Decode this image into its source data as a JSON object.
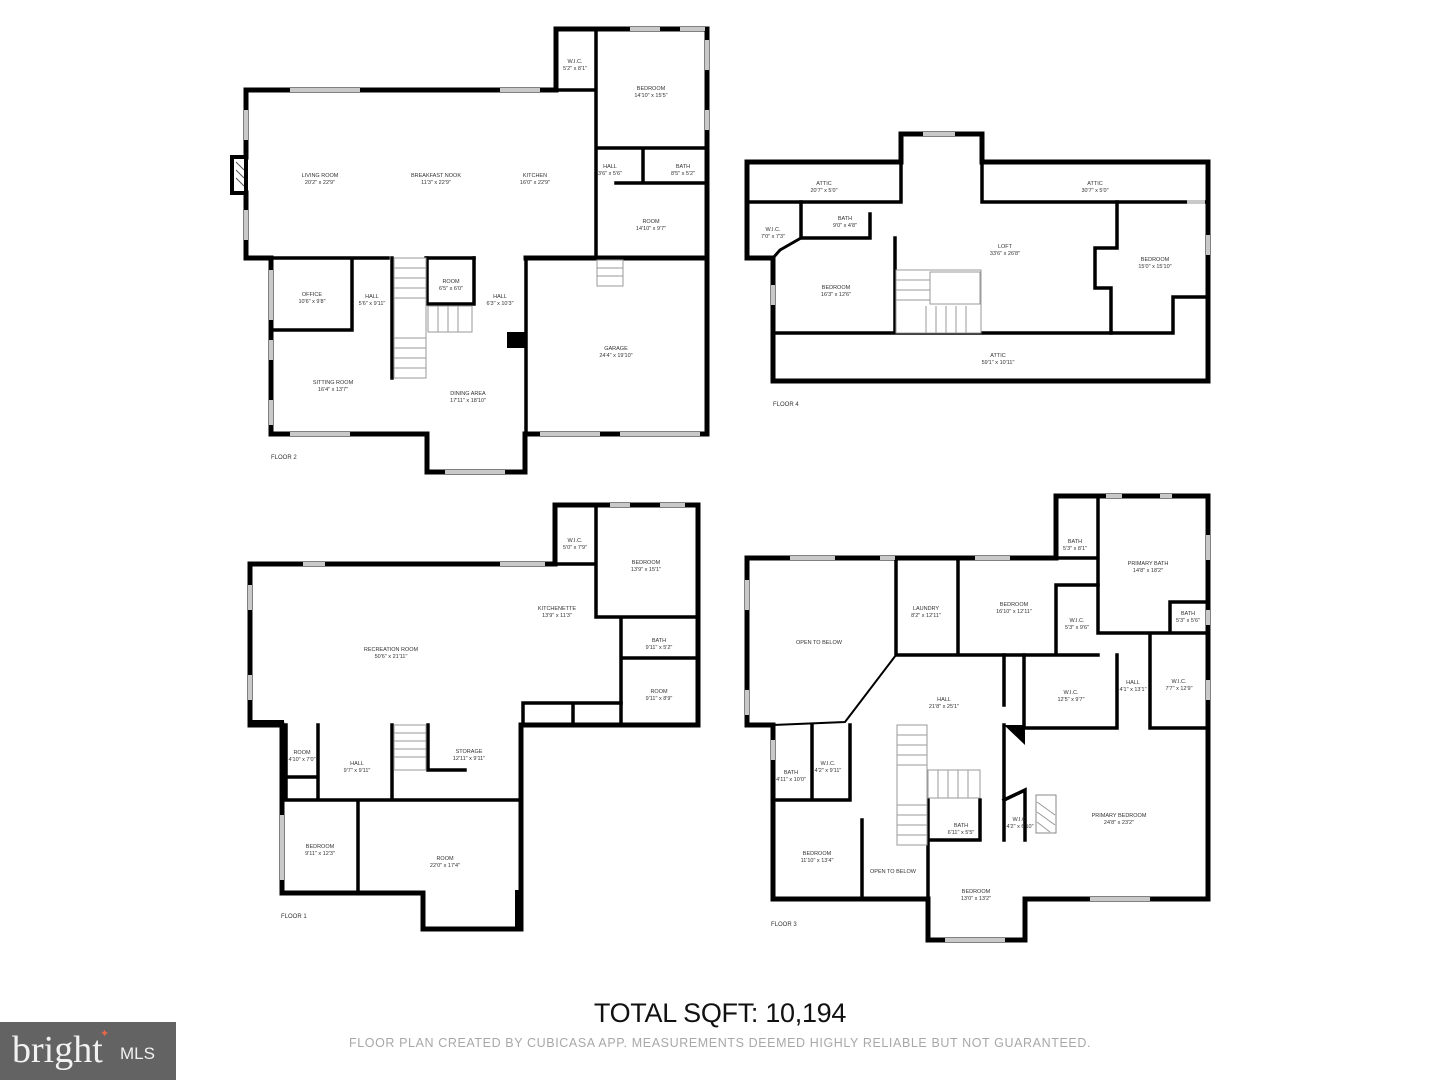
{
  "footer": {
    "total_sqft_label": "TOTAL SQFT: 10,194",
    "disclaimer": "FLOOR PLAN CREATED BY CUBICASA APP. MEASUREMENTS DEEMED HIGHLY RELIABLE BUT NOT GUARANTEED."
  },
  "logo": {
    "brand": "bright",
    "suffix": "MLS",
    "tm": "™",
    "accent_color": "#e8684a"
  },
  "floors": {
    "floor2": {
      "label": "FLOOR 2",
      "rooms": [
        {
          "name": "W.I.C.",
          "dims": "5'2\" x 8'1\""
        },
        {
          "name": "BEDROOM",
          "dims": "14'10\" x 15'5\""
        },
        {
          "name": "LIVING ROOM",
          "dims": "20'2\" x 22'9\""
        },
        {
          "name": "BREAKFAST NOOK",
          "dims": "11'3\" x 22'9\""
        },
        {
          "name": "KITCHEN",
          "dims": "16'0\" x 22'9\""
        },
        {
          "name": "HALL",
          "dims": "3'6\" x 5'6\""
        },
        {
          "name": "BATH",
          "dims": "8'5\" x 5'2\""
        },
        {
          "name": "ROOM",
          "dims": "14'10\" x 9'7\""
        },
        {
          "name": "OFFICE",
          "dims": "10'6\" x 9'8\""
        },
        {
          "name": "HALL",
          "dims": "5'6\" x 9'11\""
        },
        {
          "name": "ROOM",
          "dims": "6'5\" x 6'0\""
        },
        {
          "name": "HALL",
          "dims": "6'3\" x 10'3\""
        },
        {
          "name": "GARAGE",
          "dims": "24'4\" x 19'10\""
        },
        {
          "name": "SITTING ROOM",
          "dims": "16'4\" x 13'7\""
        },
        {
          "name": "DINING AREA",
          "dims": "17'11\" x 18'10\""
        }
      ]
    },
    "floor4": {
      "label": "FLOOR 4",
      "rooms": [
        {
          "name": "ATTIC",
          "dims": "20'7\" x 5'0\""
        },
        {
          "name": "ATTIC",
          "dims": "30'7\" x 5'0\""
        },
        {
          "name": "W.I.C.",
          "dims": "7'0\" x 7'3\""
        },
        {
          "name": "BATH",
          "dims": "9'0\" x 4'8\""
        },
        {
          "name": "LOFT",
          "dims": "33'6\" x 26'8\""
        },
        {
          "name": "BEDROOM",
          "dims": "15'0\" x 15'10\""
        },
        {
          "name": "BEDROOM",
          "dims": "16'3\" x 12'6\""
        },
        {
          "name": "ATTIC",
          "dims": "59'1\" x 10'11\""
        }
      ]
    },
    "floor1": {
      "label": "FLOOR 1",
      "rooms": [
        {
          "name": "W.I.C.",
          "dims": "5'0\" x 7'9\""
        },
        {
          "name": "BEDROOM",
          "dims": "13'9\" x 15'1\""
        },
        {
          "name": "KITCHENETTE",
          "dims": "13'9\" x 11'3\""
        },
        {
          "name": "RECREATION ROOM",
          "dims": "50'6\" x 21'11\""
        },
        {
          "name": "BATH",
          "dims": "9'11\" x 5'2\""
        },
        {
          "name": "ROOM",
          "dims": "9'11\" x 8'9\""
        },
        {
          "name": "ROOM",
          "dims": "4'10\" x 7'0\""
        },
        {
          "name": "HALL",
          "dims": "9'7\" x 9'11\""
        },
        {
          "name": "STORAGE",
          "dims": "12'11\" x 9'11\""
        },
        {
          "name": "BEDROOM",
          "dims": "9'11\" x 12'3\""
        },
        {
          "name": "ROOM",
          "dims": "22'0\" x 17'4\""
        }
      ]
    },
    "floor3": {
      "label": "FLOOR 3",
      "rooms": [
        {
          "name": "BATH",
          "dims": "5'3\" x 8'1\""
        },
        {
          "name": "PRIMARY BATH",
          "dims": "14'8\" x 18'2\""
        },
        {
          "name": "OPEN TO BELOW",
          "dims": ""
        },
        {
          "name": "LAUNDRY",
          "dims": "8'2\" x 12'11\""
        },
        {
          "name": "BEDROOM",
          "dims": "16'10\" x 12'11\""
        },
        {
          "name": "W.I.C.",
          "dims": "5'3\" x 9'6\""
        },
        {
          "name": "BATH",
          "dims": "5'3\" x 5'6\""
        },
        {
          "name": "HALL",
          "dims": "21'8\" x 25'1\""
        },
        {
          "name": "W.I.C.",
          "dims": "12'5\" x 9'7\""
        },
        {
          "name": "HALL",
          "dims": "4'1\" x 13'1\""
        },
        {
          "name": "W.I.C.",
          "dims": "7'7\" x 12'9\""
        },
        {
          "name": "BATH",
          "dims": "4'11\" x 10'0\""
        },
        {
          "name": "W.I.C.",
          "dims": "4'2\" x 9'11\""
        },
        {
          "name": "BATH",
          "dims": "6'11\" x 5'5\""
        },
        {
          "name": "W.I.C.",
          "dims": "4'2\" x 6'10\""
        },
        {
          "name": "PRIMARY BEDROOM",
          "dims": "24'8\" x 23'2\""
        },
        {
          "name": "BEDROOM",
          "dims": "11'10\" x 13'4\""
        },
        {
          "name": "OPEN TO BELOW",
          "dims": ""
        },
        {
          "name": "BEDROOM",
          "dims": "13'0\" x 13'2\""
        }
      ]
    }
  }
}
